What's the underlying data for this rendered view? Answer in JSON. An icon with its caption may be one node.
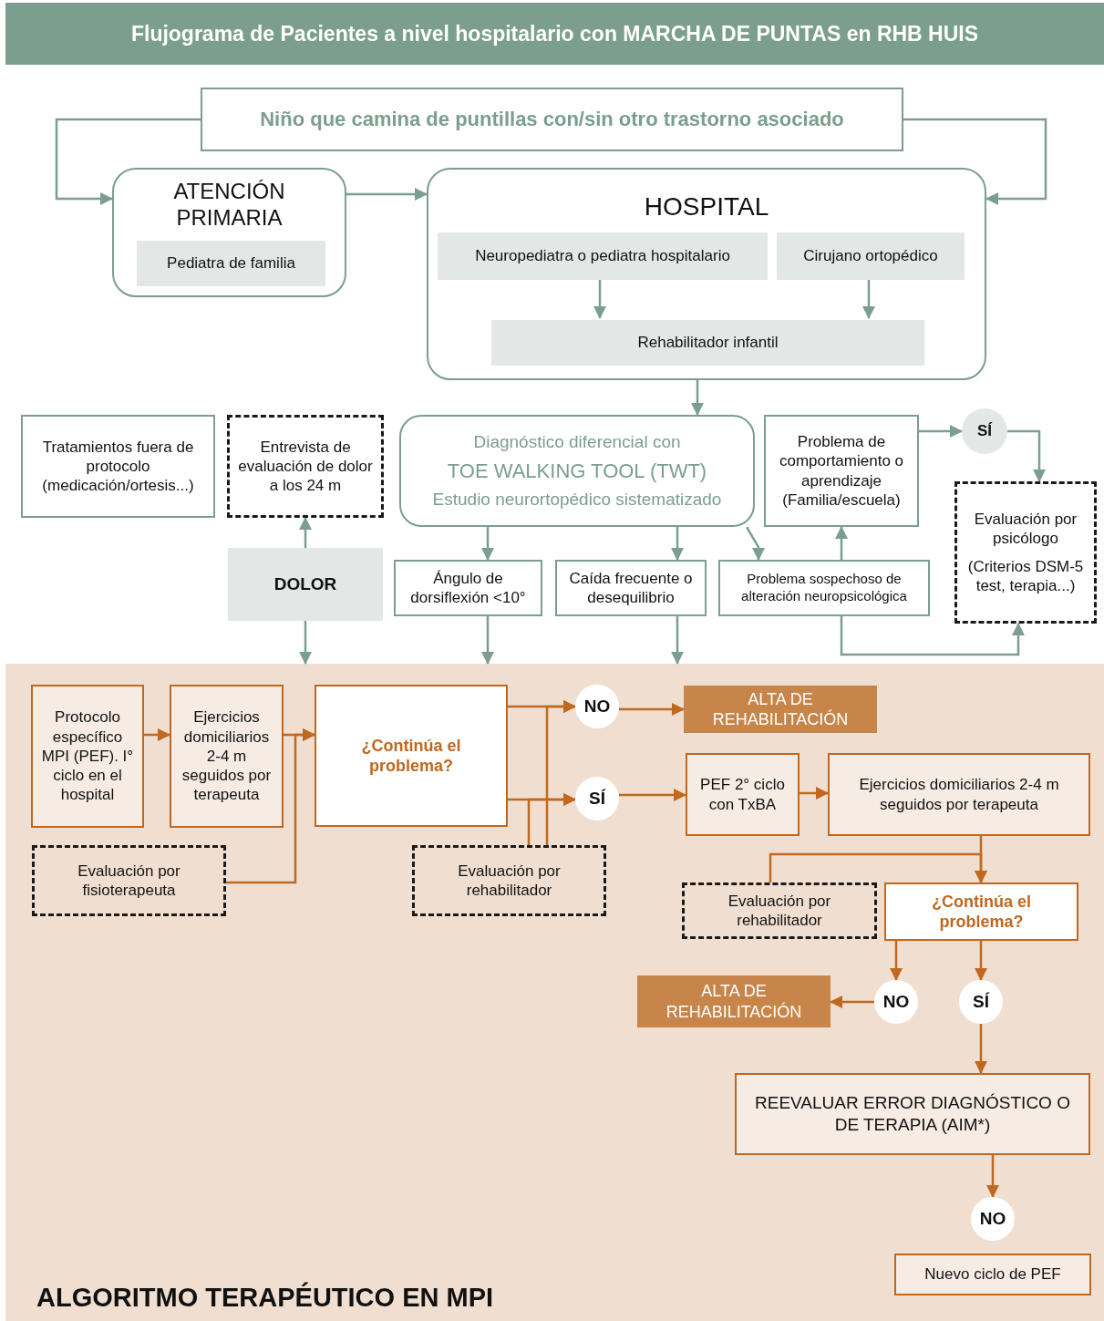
{
  "diagram": {
    "title": "Flujograma de Pacientes a nivel hospitalario con MARCHA DE PUNTAS en RHB HUIS",
    "nodes": [
      {
        "text": [
          "Niño que camina de puntillas con/sin otro trastorno asociado"
        ]
      },
      {
        "text": [
          "ATENCIÓN PRIMARIA"
        ]
      },
      {
        "text": [
          "Pediatra de familia"
        ],
        "in": 1
      },
      {
        "text": [
          "HOSPITAL"
        ]
      },
      {
        "text": [
          "Neuropediatra o pediatra hospitalario"
        ],
        "in": 3
      },
      {
        "text": [
          "Cirujano ortopédico"
        ],
        "in": 3
      },
      {
        "text": [
          "Rehabilitador infantil"
        ],
        "in": 3
      },
      {
        "text": [
          "Tratamientos fuera de protocolo (medicación/ortesis...)"
        ]
      },
      {
        "text": [
          "Entrevista de evaluación de dolor a los 24 m"
        ]
      },
      {
        "text": [
          "Diagnóstico diferencial con",
          "TOE WALKING TOOL (TWT)",
          "Estudio neurortopédico sistematizado"
        ]
      },
      {
        "text": [
          "Problema de comportamiento o aprendizaje (Familia/escuela)"
        ]
      },
      {
        "text": [
          "SÍ"
        ]
      },
      {
        "text": [
          "Evaluación por psicólogo",
          "(Criterios DSM-5 test, terapia...)"
        ]
      },
      {
        "text": [
          "DOLOR"
        ]
      },
      {
        "text": [
          "Ángulo de dorsiflexión <10°"
        ]
      },
      {
        "text": [
          "Caída frecuente o desequilibrio"
        ]
      },
      {
        "text": [
          "Problema sospechoso de alteración neuropsicológica"
        ]
      },
      {
        "text": [
          "ALGORITMO TERAPÉUTICO EN MPI"
        ]
      },
      {
        "text": [
          "Protocolo específico MPI (PEF). I° ciclo en el hospital"
        ],
        "in": 17
      },
      {
        "text": [
          "Ejercicios domiciliarios 2-4 m seguidos por terapeuta"
        ],
        "in": 17
      },
      {
        "text": [
          "Evaluación por fisioterapeuta"
        ],
        "in": 17
      },
      {
        "text": [
          "¿Continúa el problema?"
        ],
        "in": 17
      },
      {
        "text": [
          "Evaluación por rehabilitador"
        ],
        "in": 17
      },
      {
        "text": [
          "NO"
        ],
        "in": 17
      },
      {
        "text": [
          "SÍ"
        ],
        "in": 17
      },
      {
        "text": [
          "ALTA DE REHABILITACIÓN"
        ],
        "in": 17
      },
      {
        "text": [
          "PEF 2° ciclo con TxBA"
        ],
        "in": 17
      },
      {
        "text": [
          "Ejercicios domiciliarios 2-4 m seguidos por terapeuta"
        ],
        "in": 17
      },
      {
        "text": [
          "Evaluación por rehabilitador"
        ],
        "in": 17
      },
      {
        "text": [
          "¿Continúa el problema?"
        ],
        "in": 17
      },
      {
        "text": [
          "ALTA DE REHABILITACIÓN"
        ],
        "in": 17
      },
      {
        "text": [
          "NO"
        ],
        "in": 17
      },
      {
        "text": [
          "SÍ"
        ],
        "in": 17
      },
      {
        "text": [
          "REEVALUAR ERROR DIAGNÓSTICO O DE TERAPIA (AIM*)"
        ],
        "in": 17
      },
      {
        "text": [
          "NO"
        ],
        "in": 17
      },
      {
        "text": [
          "Nuevo ciclo de PEF"
        ],
        "in": 17
      }
    ],
    "edges": [
      {
        "from": 0,
        "to": 1,
        "arrow": "to"
      },
      {
        "from": 0,
        "to": 3,
        "arrow": "to"
      },
      {
        "from": 1,
        "to": 3,
        "arrow": "to"
      },
      {
        "from": 4,
        "to": 6,
        "arrow": "to"
      },
      {
        "from": 5,
        "to": 6,
        "arrow": "to"
      },
      {
        "from": 3,
        "to": 9,
        "arrow": "to"
      },
      {
        "from": 9,
        "to": 14,
        "arrow": "to"
      },
      {
        "from": 9,
        "to": 15,
        "arrow": "to"
      },
      {
        "from": 9,
        "to": 16,
        "arrow": "to"
      },
      {
        "from": 16,
        "to": 10,
        "arrow": "to"
      },
      {
        "from": 10,
        "to": 11,
        "arrow": "to"
      },
      {
        "from": 11,
        "to": 12,
        "arrow": "to"
      },
      {
        "from": 16,
        "to": 12,
        "arrow": "to"
      },
      {
        "from": 13,
        "to": 8,
        "arrow": "to"
      },
      {
        "from": 13,
        "to": 17,
        "arrow": "to"
      },
      {
        "from": 14,
        "to": 17,
        "arrow": "to"
      },
      {
        "from": 15,
        "to": 17,
        "arrow": "to"
      },
      {
        "from": 18,
        "to": 19,
        "arrow": "to",
        "color": "#c0681f"
      },
      {
        "from": 19,
        "to": 21,
        "arrow": "to",
        "color": "#c0681f"
      },
      {
        "from": 20,
        "to": 21,
        "arrow": "to",
        "color": "#c0681f"
      },
      {
        "from": 21,
        "to": 23,
        "arrow": "to",
        "color": "#c0681f"
      },
      {
        "from": 21,
        "to": 24,
        "arrow": "to",
        "color": "#c0681f"
      },
      {
        "from": 22,
        "to": 23,
        "arrow": "to",
        "color": "#c0681f"
      },
      {
        "from": 22,
        "to": 24,
        "arrow": "to",
        "color": "#c0681f"
      },
      {
        "from": 23,
        "to": 25,
        "arrow": "to",
        "color": "#c0681f"
      },
      {
        "from": 24,
        "to": 26,
        "arrow": "to",
        "color": "#c0681f"
      },
      {
        "from": 26,
        "to": 27,
        "arrow": "to",
        "color": "#c0681f"
      },
      {
        "from": 27,
        "to": 29,
        "arrow": "to",
        "color": "#c0681f"
      },
      {
        "from": 28,
        "to": 29,
        "arrow": "to",
        "color": "#c0681f"
      },
      {
        "from": 29,
        "to": 31,
        "arrow": "to",
        "color": "#c0681f"
      },
      {
        "from": 29,
        "to": 32,
        "arrow": "to",
        "color": "#c0681f"
      },
      {
        "from": 31,
        "to": 30,
        "arrow": "to",
        "color": "#c0681f"
      },
      {
        "from": 32,
        "to": 33,
        "arrow": "to",
        "color": "#c0681f"
      },
      {
        "from": 33,
        "to": 34,
        "arrow": "to",
        "color": "#c0681f"
      }
    ]
  }
}
